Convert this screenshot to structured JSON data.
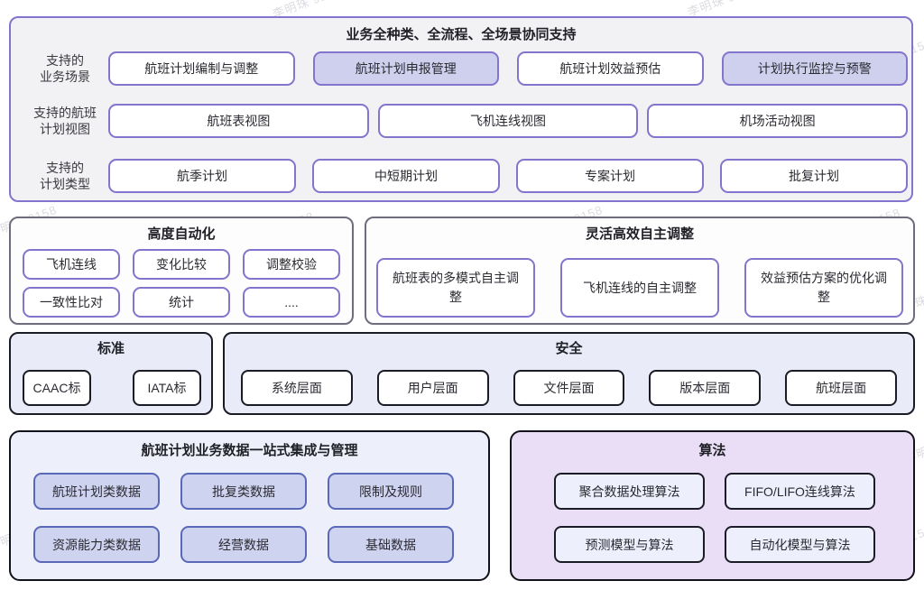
{
  "watermark": {
    "text": "李明珠 9158"
  },
  "top": {
    "title": "业务全种类、全流程、全场景协同支持",
    "rows": [
      {
        "label_line1": "支持的",
        "label_line2": "业务场景",
        "items": [
          {
            "text": "航班计划编制与调整",
            "filled": false
          },
          {
            "text": "航班计划申报管理",
            "filled": true
          },
          {
            "text": "航班计划效益预估",
            "filled": false
          },
          {
            "text": "计划执行监控与预警",
            "filled": true
          }
        ]
      },
      {
        "label_line1": "支持的航班",
        "label_line2": "计划视图",
        "items": [
          {
            "text": "航班表视图",
            "filled": false
          },
          {
            "text": "飞机连线视图",
            "filled": false
          },
          {
            "text": "机场活动视图",
            "filled": false
          }
        ]
      },
      {
        "label_line1": "支持的",
        "label_line2": "计划类型",
        "items": [
          {
            "text": "航季计划",
            "filled": false
          },
          {
            "text": "中短期计划",
            "filled": false
          },
          {
            "text": "专案计划",
            "filled": false
          },
          {
            "text": "批复计划",
            "filled": false
          }
        ]
      }
    ]
  },
  "automation": {
    "title": "高度自动化",
    "row1": [
      "飞机连线",
      "变化比较",
      "调整校验"
    ],
    "row2": [
      "一致性比对",
      "统计",
      "...."
    ]
  },
  "self_adjust": {
    "title": "灵活高效自主调整",
    "items": [
      "航班表的多模式自主调整",
      "飞机连线的自主调整",
      "效益预估方案的优化调整"
    ]
  },
  "standards": {
    "title": "标准",
    "items": [
      "CAAC标",
      "IATA标"
    ]
  },
  "security": {
    "title": "安全",
    "items": [
      "系统层面",
      "用户层面",
      "文件层面",
      "版本层面",
      "航班层面"
    ]
  },
  "data_mgmt": {
    "title": "航班计划业务数据一站式集成与管理",
    "row1": [
      "航班计划类数据",
      "批复类数据",
      "限制及规则"
    ],
    "row2": [
      "资源能力类数据",
      "经营数据",
      "基础数据"
    ]
  },
  "algorithms": {
    "title": "算法",
    "row1": [
      "聚合数据处理算法",
      "FIFO/LIFO连线算法"
    ],
    "row2": [
      "预测模型与算法",
      "自动化模型与算法"
    ]
  },
  "colors": {
    "purple_border": "#8374cd",
    "purple_fill": "#cfd0ee",
    "gray_border": "#6d6d7e",
    "dark_border": "#1b1b26",
    "periwinkle_bg": "#e9ecf8",
    "light_blue_bg": "#edf0fb",
    "blue_fill": "#ced3f0",
    "blue_border": "#5a68b8",
    "lilac_bg": "#e9def6",
    "light_box_fill": "#edeffc",
    "top_bg": "#f2f2f5"
  }
}
